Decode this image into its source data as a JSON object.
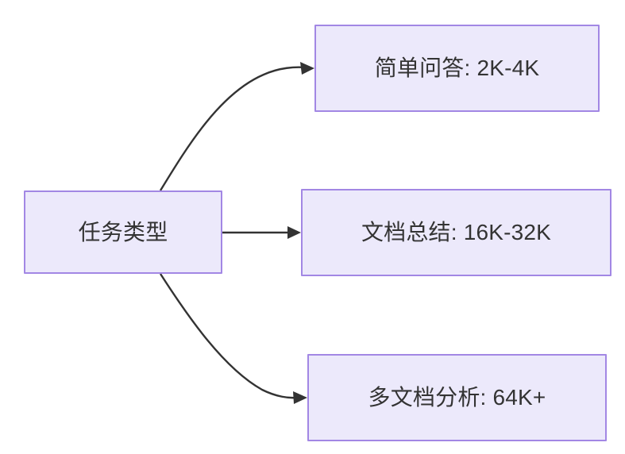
{
  "diagram": {
    "type": "flowchart",
    "direction": "left-to-right",
    "background_color": "#ffffff",
    "node_fill_color": "#ece9fb",
    "node_border_color": "#a287e4",
    "node_text_color": "#333333",
    "edge_color": "#333333",
    "nodes": [
      {
        "id": "source",
        "label": "任务类型",
        "role": "root"
      },
      {
        "id": "simple-qa",
        "label": "简单问答: 2K-4K",
        "role": "leaf"
      },
      {
        "id": "doc-summary",
        "label": "文档总结: 16K-32K",
        "role": "leaf"
      },
      {
        "id": "multi-doc",
        "label": "多文档分析: 64K+",
        "role": "leaf"
      }
    ],
    "edges": [
      {
        "id": "edge-source-simple-qa",
        "from": "source",
        "to": "simple-qa",
        "label": "",
        "style": "curved-arrow"
      },
      {
        "id": "edge-source-doc-summary",
        "from": "source",
        "to": "doc-summary",
        "label": "",
        "style": "straight-arrow"
      },
      {
        "id": "edge-source-multi-doc",
        "from": "source",
        "to": "multi-doc",
        "label": "",
        "style": "curved-arrow"
      }
    ]
  }
}
